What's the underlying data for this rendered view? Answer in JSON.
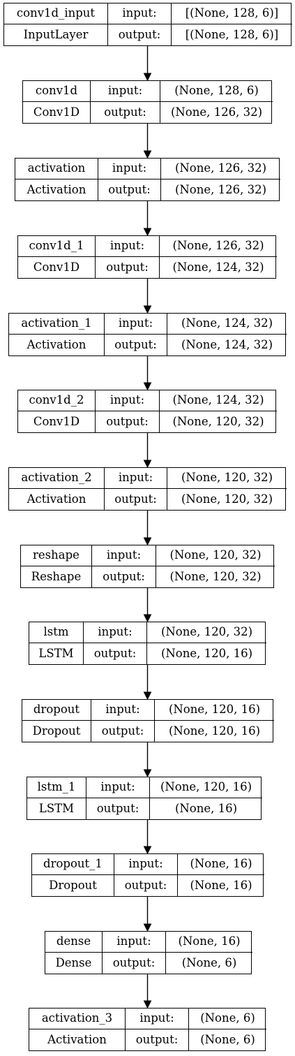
{
  "colors": {
    "line": "#000000",
    "background": "#ffffff",
    "box_fill": "#ffffff"
  },
  "layers": [
    {
      "name": "conv1d_input",
      "type": "InputLayer",
      "input_label": "input:",
      "output_label": "output:",
      "input_shape": "[(None, 128, 6)]",
      "output_shape": "[(None, 128, 6)]"
    },
    {
      "name": "conv1d",
      "type": "Conv1D",
      "input_label": "input:",
      "output_label": "output:",
      "input_shape": "(None, 128, 6)",
      "output_shape": "(None, 126, 32)"
    },
    {
      "name": "activation",
      "type": "Activation",
      "input_label": "input:",
      "output_label": "output:",
      "input_shape": "(None, 126, 32)",
      "output_shape": "(None, 126, 32)"
    },
    {
      "name": "conv1d_1",
      "type": "Conv1D",
      "input_label": "input:",
      "output_label": "output:",
      "input_shape": "(None, 126, 32)",
      "output_shape": "(None, 124, 32)"
    },
    {
      "name": "activation_1",
      "type": "Activation",
      "input_label": "input:",
      "output_label": "output:",
      "input_shape": "(None, 124, 32)",
      "output_shape": "(None, 124, 32)"
    },
    {
      "name": "conv1d_2",
      "type": "Conv1D",
      "input_label": "input:",
      "output_label": "output:",
      "input_shape": "(None, 124, 32)",
      "output_shape": "(None, 120, 32)"
    },
    {
      "name": "activation_2",
      "type": "Activation",
      "input_label": "input:",
      "output_label": "output:",
      "input_shape": "(None, 120, 32)",
      "output_shape": "(None, 120, 32)"
    },
    {
      "name": "reshape",
      "type": "Reshape",
      "input_label": "input:",
      "output_label": "output:",
      "input_shape": "(None, 120, 32)",
      "output_shape": "(None, 120, 32)"
    },
    {
      "name": "lstm",
      "type": "LSTM",
      "input_label": "input:",
      "output_label": "output:",
      "input_shape": "(None, 120, 32)",
      "output_shape": "(None, 120, 16)"
    },
    {
      "name": "dropout",
      "type": "Dropout",
      "input_label": "input:",
      "output_label": "output:",
      "input_shape": "(None, 120, 16)",
      "output_shape": "(None, 120, 16)"
    },
    {
      "name": "lstm_1",
      "type": "LSTM",
      "input_label": "input:",
      "output_label": "output:",
      "input_shape": "(None, 120, 16)",
      "output_shape": "(None, 16)"
    },
    {
      "name": "dropout_1",
      "type": "Dropout",
      "input_label": "input:",
      "output_label": "output:",
      "input_shape": "(None, 16)",
      "output_shape": "(None, 16)"
    },
    {
      "name": "dense",
      "type": "Dense",
      "input_label": "input:",
      "output_label": "output:",
      "input_shape": "(None, 16)",
      "output_shape": "(None, 6)"
    },
    {
      "name": "activation_3",
      "type": "Activation",
      "input_label": "input:",
      "output_label": "output:",
      "input_shape": "(None, 6)",
      "output_shape": "(None, 6)"
    }
  ]
}
